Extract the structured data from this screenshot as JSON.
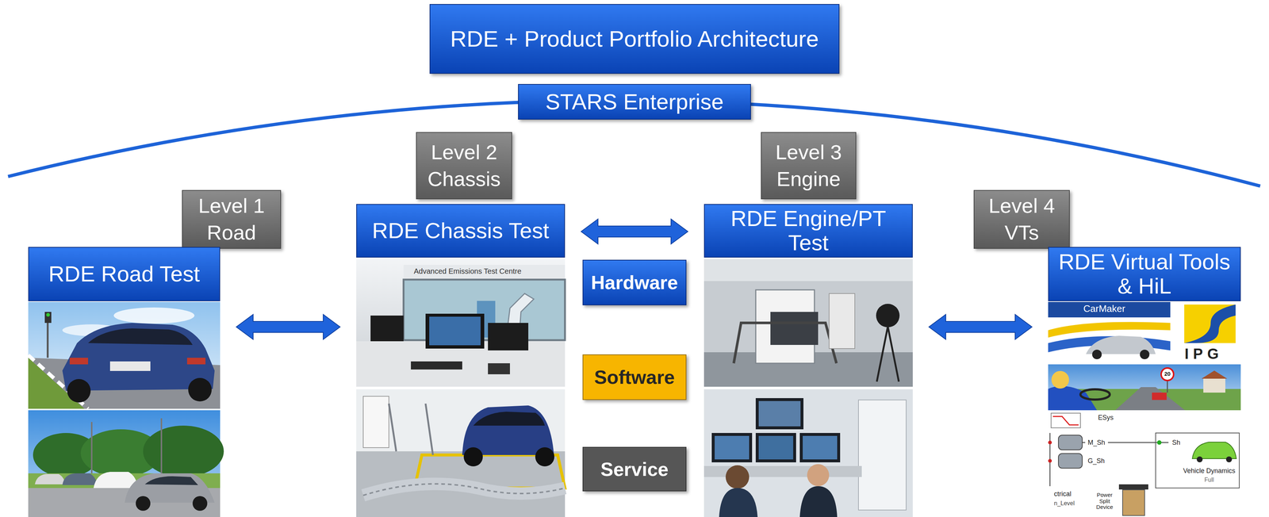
{
  "diagram": {
    "nodes": [
      {
        "text": [
          "RDE + Product Portfolio Architecture"
        ]
      },
      {
        "text": [
          "STARS Enterprise"
        ]
      },
      {
        "text": [
          "Level 1 Road"
        ]
      },
      {
        "text": [
          "RDE Road Test"
        ]
      },
      {
        "text": [
          "Level 2 Chassis"
        ]
      },
      {
        "text": [
          "RDE Chassis Test"
        ]
      },
      {
        "text": [
          "Hardware"
        ]
      },
      {
        "text": [
          "Software"
        ]
      },
      {
        "text": [
          "Service"
        ]
      },
      {
        "text": [
          "Level 3 Engine"
        ]
      },
      {
        "text": [
          "RDE Engine/PT Test"
        ]
      },
      {
        "text": [
          "Level 4 VTs"
        ]
      },
      {
        "text": [
          "RDE Virtual Tools & HiL"
        ]
      }
    ],
    "edges": [
      {
        "from": 3,
        "to": 5,
        "arrow": "both"
      },
      {
        "from": 5,
        "to": 10,
        "arrow": "both"
      },
      {
        "from": 10,
        "to": 12,
        "arrow": "both"
      }
    ],
    "labels": [
      "Advanced Emissions Test Centre",
      "CarMaker",
      "IPG",
      "20",
      "ESys",
      "M_Sh",
      "G_Sh",
      "Sh",
      "Vehicle Dynamics",
      "Full",
      "ctrical",
      "n_Level",
      "Power Split Device"
    ]
  }
}
